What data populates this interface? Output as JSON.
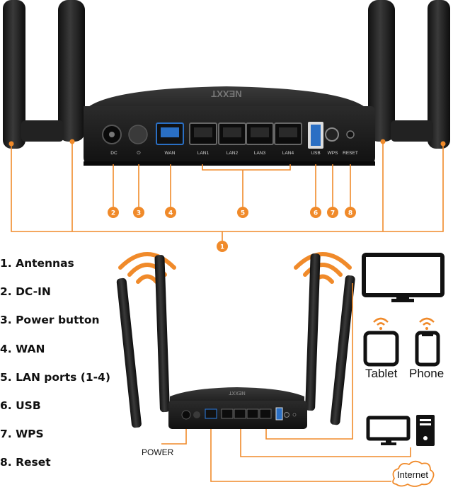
{
  "router": {
    "brand_mark": "NEXXT",
    "ports": {
      "dc": "DC",
      "power": "⏻",
      "wan": "WAN",
      "lan1": "LAN1",
      "lan2": "LAN2",
      "lan3": "LAN3",
      "lan4": "LAN4",
      "usb": "USB",
      "wps": "WPS",
      "reset": "RESET"
    }
  },
  "callouts": [
    "1",
    "2",
    "3",
    "4",
    "5",
    "6",
    "7",
    "8"
  ],
  "legend": [
    "1. Antennas",
    "2. DC-IN",
    "3. Power button",
    "4. WAN",
    "5. LAN ports (1-4)",
    "6. USB",
    "7. WPS",
    "8. Reset"
  ],
  "devices": {
    "tablet": "Tablet",
    "phone": "Phone",
    "power": "POWER",
    "internet": "Internet"
  },
  "colors": {
    "accent": "#f08a2a",
    "router_body": "#1c1c1c",
    "wan_port": "#2a6fc4",
    "usb_port": "#2a6fc4"
  }
}
